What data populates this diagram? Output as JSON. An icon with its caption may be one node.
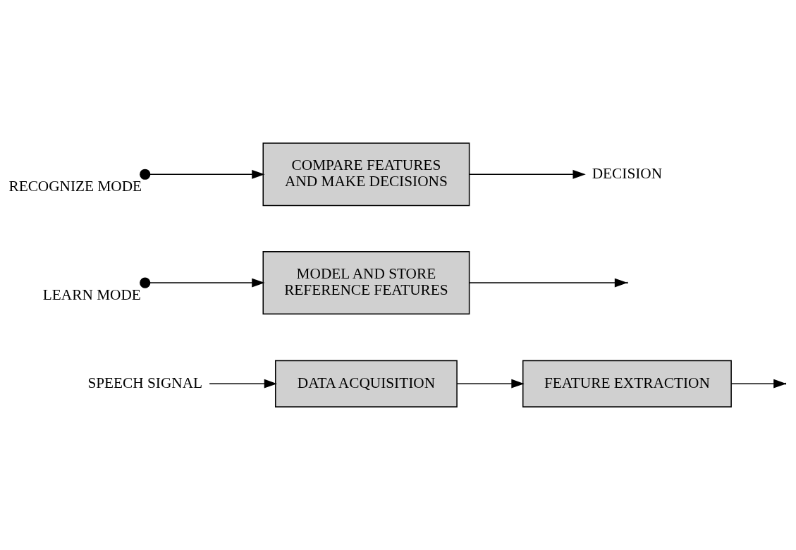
{
  "diagram": {
    "nodes": [
      {
        "text": [
          "SPEECH SIGNAL"
        ]
      },
      {
        "text": [
          "DATA ACQUISITION"
        ]
      },
      {
        "text": [
          "FEATURE EXTRACTION"
        ]
      },
      {
        "text": [],
        "shape": "circle",
        "beside": [
          "LEARN MODE"
        ]
      },
      {
        "text": [
          "MODEL AND STORE REFERENCE FEATURES"
        ]
      },
      {
        "text": [],
        "shape": "circle",
        "beside": [
          "RECOGNIZE MODE"
        ]
      },
      {
        "text": [
          "COMPARE FEATURES AND MAKE DECISIONS"
        ]
      },
      {
        "text": [
          "DECISION"
        ]
      }
    ],
    "edges": [
      {
        "from": 0,
        "to": 1,
        "arrow": "to"
      },
      {
        "from": 1,
        "to": 2,
        "arrow": "to"
      },
      {
        "from": 2,
        "to": null,
        "arrow": "to"
      },
      {
        "from": 3,
        "to": 4,
        "arrow": "to"
      },
      {
        "from": 4,
        "to": null,
        "arrow": "to"
      },
      {
        "from": 5,
        "to": 6,
        "arrow": "to"
      },
      {
        "from": 6,
        "to": 7,
        "arrow": "to"
      }
    ]
  }
}
